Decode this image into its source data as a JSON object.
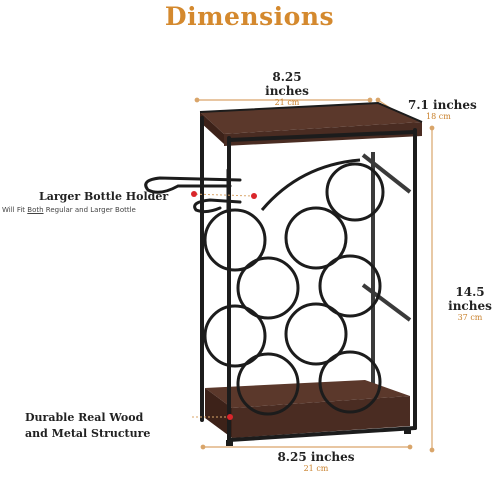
{
  "title": "Dimensions",
  "top_width": {
    "inches": "8.25 inches",
    "cm": "21 cm"
  },
  "depth": {
    "inches": "7.1 inches",
    "cm": "18 cm"
  },
  "height": {
    "inches": "14.5 inches",
    "cm": "37 cm"
  },
  "bottom_width": {
    "inches": "8.25 inches",
    "cm": "21 cm"
  },
  "callout_holder": {
    "title": "Larger Bottle Holder",
    "sub_prefix": "Will Fit ",
    "sub_underlined": "Both",
    "sub_suffix": " Regular and Larger Bottle"
  },
  "callout_material": {
    "line1": "Durable Real Wood",
    "line2": "and Metal Structure"
  },
  "colors": {
    "title": "#d4892e",
    "dimension_line": "#d9a56a",
    "callout_dot": "#d9262b",
    "wood": "#4a2c22",
    "metal": "#1c1c1c"
  }
}
